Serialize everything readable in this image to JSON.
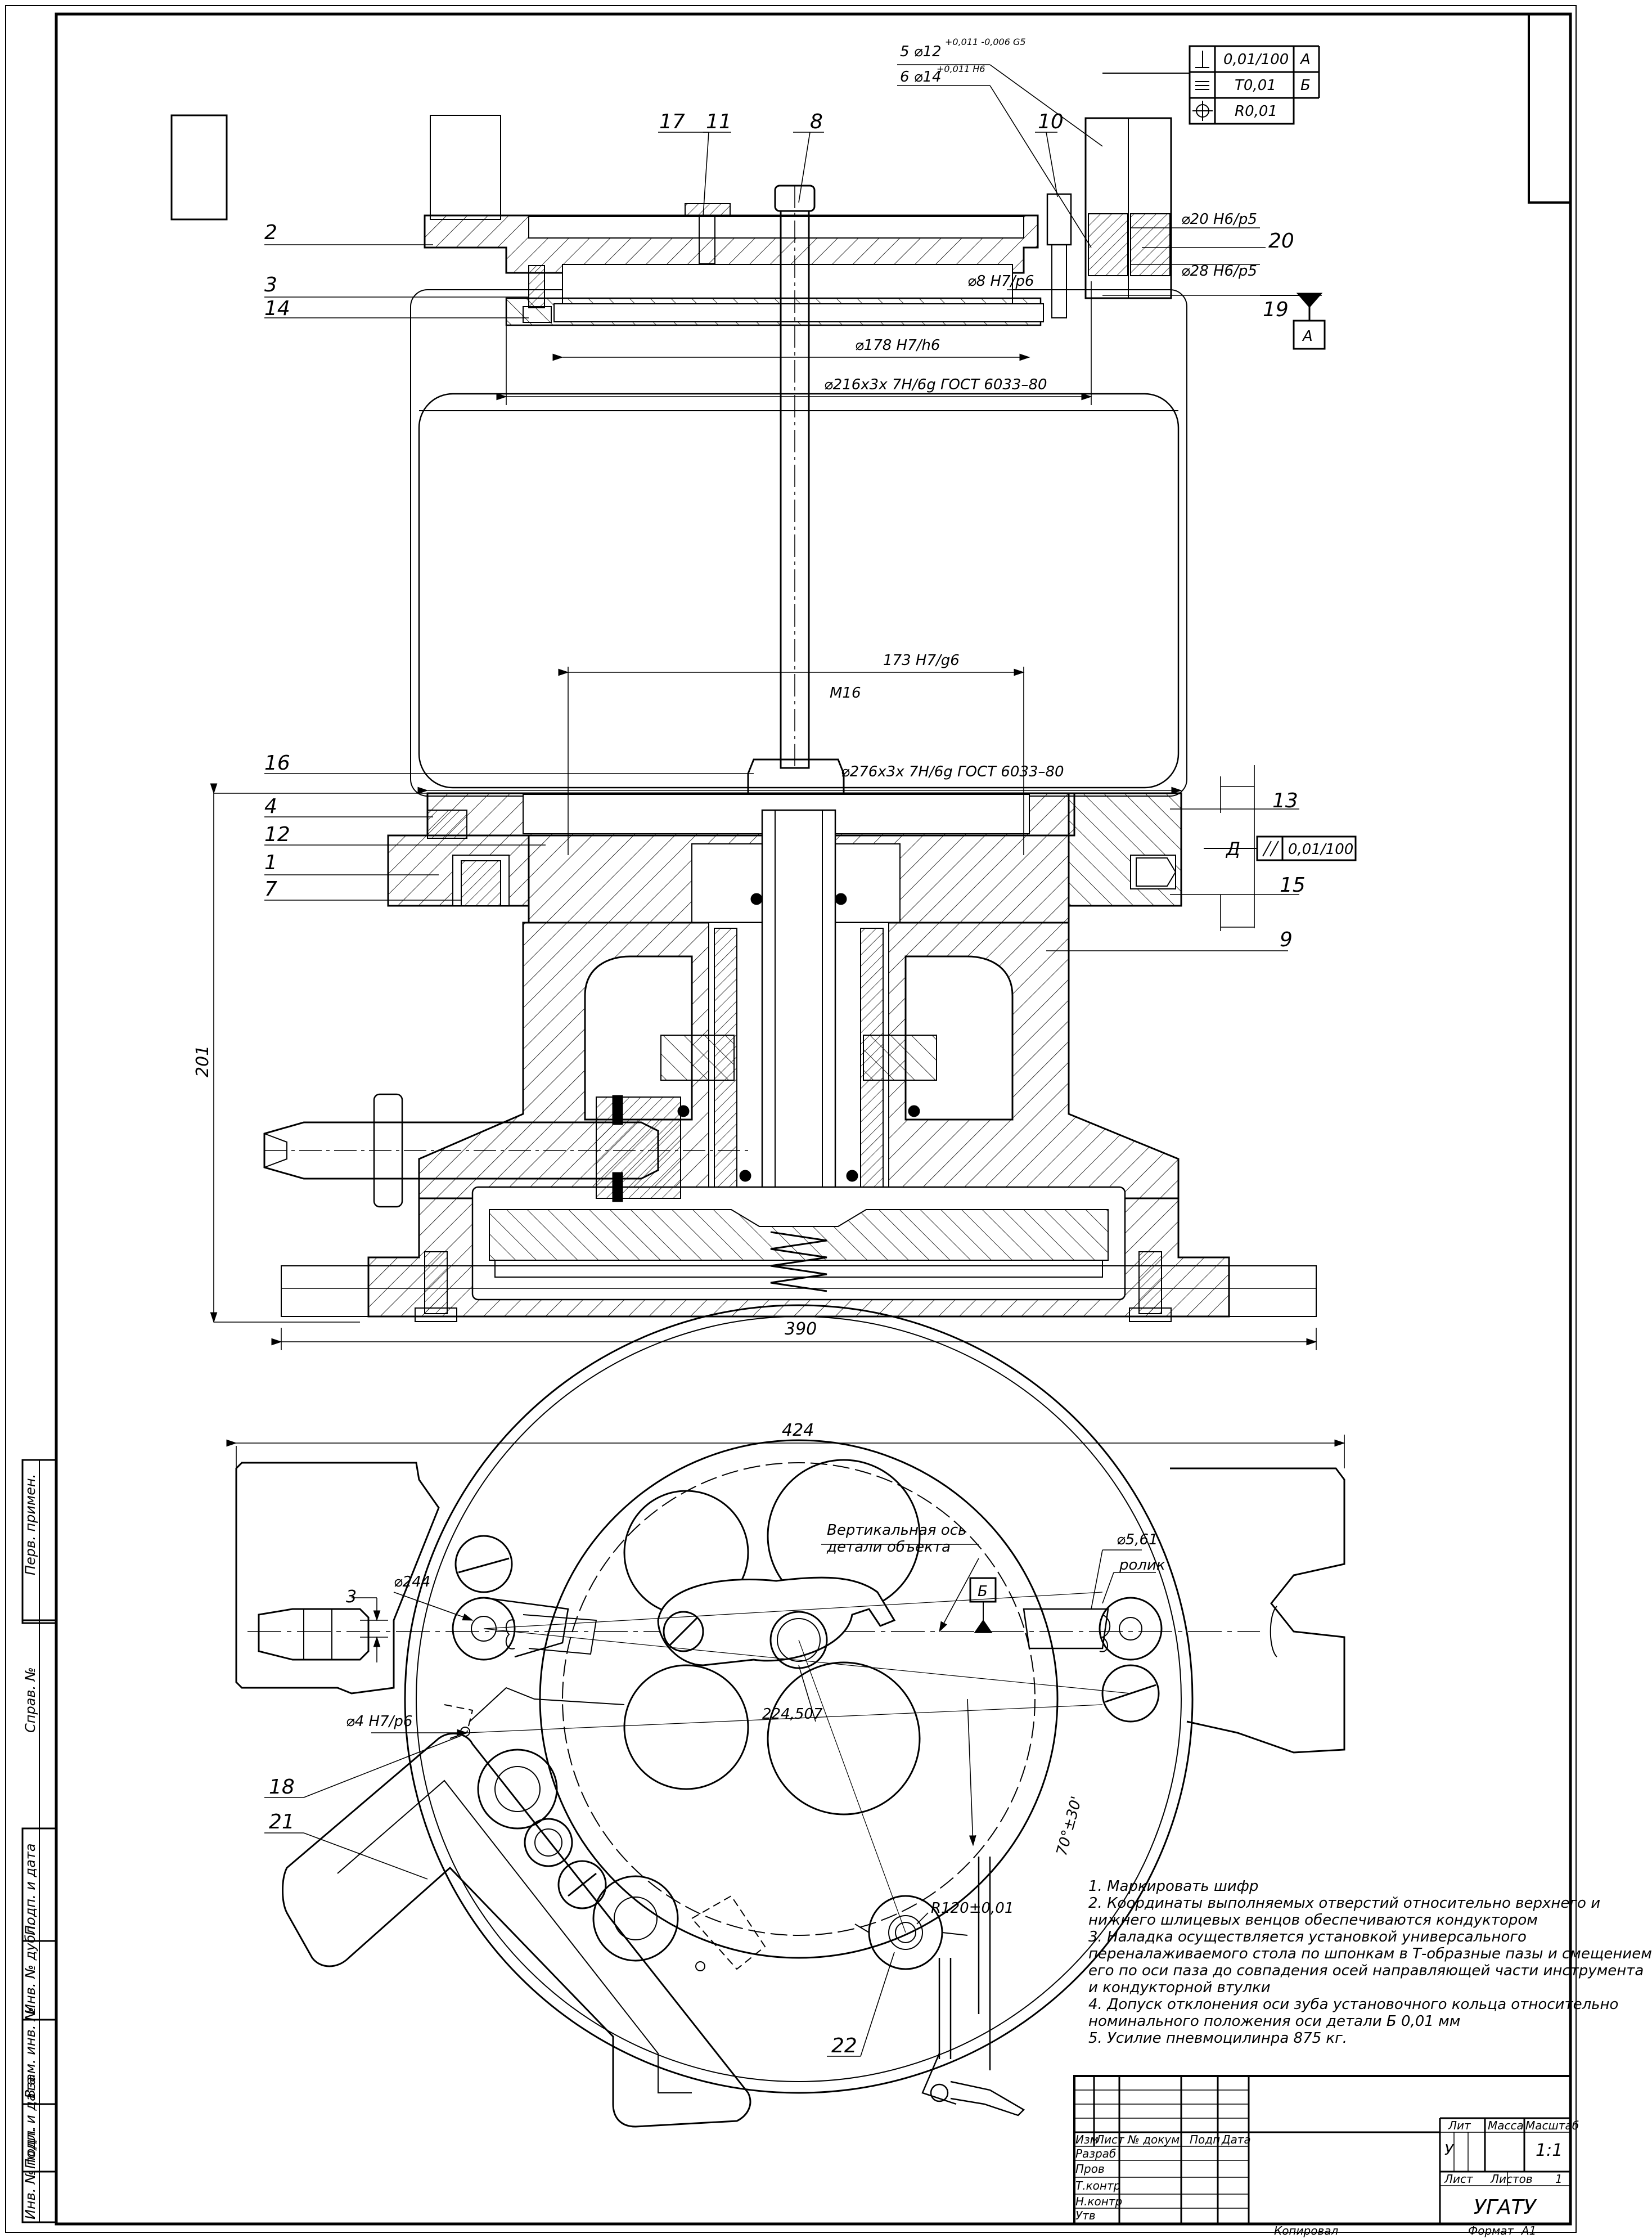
{
  "positions": {
    "p1": "1",
    "p2": "2",
    "p3": "3",
    "p4": "4",
    "p7": "7",
    "p8": "8",
    "p9": "9",
    "p10": "10",
    "p11": "11",
    "p12": "12",
    "p13": "13",
    "p14": "14",
    "p15": "15",
    "p16": "16",
    "p17": "17",
    "p18": "18",
    "p19": "19",
    "p20": "20",
    "p21": "21",
    "p22": "22"
  },
  "fits": {
    "fit_12": "5 ⌀12",
    "fit_12_tol": "+0,011 -0,006 G5",
    "fit_14": "6 ⌀14",
    "fit_14_tol": "+0,011 H6",
    "d20": "⌀20 H6/p5",
    "d28": "⌀28 H6/p5",
    "d8": "⌀8 H7/p6",
    "d178": "⌀178 H7/h6",
    "d216": "⌀216x3x 7H/6g ГОСТ 6033–80",
    "d173": "173 H7/g6",
    "m16": "M16",
    "d276": "⌀276x3x 7H/6g ГОСТ 6033–80",
    "d4": "⌀4 H7/p6",
    "d244": "⌀244",
    "d561": "⌀5,61",
    "roller": "ролик",
    "dim_201": "201",
    "dim_390": "390",
    "dim_424": "424",
    "dim_3": "3",
    "r120": "R120±0,01",
    "d22450": "224,507",
    "angle": "70°±30'"
  },
  "tolerances": {
    "row1": "0,01/100",
    "row1_base": "А",
    "row2": "T0,01",
    "row2_base": "Б",
    "row3": "R0,01",
    "datum_a": "А",
    "datum_b": "Б",
    "datum_d": "Д",
    "parallel": "0,01/100"
  },
  "labels": {
    "axis_1": "Вертикальная ось",
    "axis_2": "детали объекта"
  },
  "notes": [
    "1. Маркировать шифр",
    "2. Координаты выполняемых отверстий относительно верхнего и",
    "нижнего шлицевых венцов обеспечиваются кондуктором",
    "3. Наладка осуществляется установкой универсального",
    "переналаживаемого стола по шпонкам в Т-образные пазы и смещением",
    "его по оси паза до совпадения осей направляющей части инструмента",
    "и кондукторной втулки",
    "4. Допуск отклонения оси зуба установочного кольца относительно",
    "номинального положения оси детали Б 0,01 мм",
    "5. Усилие пневмоцилинра 875 кг."
  ],
  "title_block": {
    "col_izm": "Изм",
    "col_list": "Лист",
    "col_doc": "№ докум",
    "col_sign": "Подп",
    "col_date": "Дата",
    "razrab": "Разраб",
    "prov": "Пров",
    "tkontr": "Т.контр",
    "nkontr": "Н.контр",
    "utv": "Утв",
    "lit": "Лит",
    "massa": "Масса",
    "masshtab": "Масштаб",
    "scale_value": "1:1",
    "lit_value": "У",
    "list": "Лист",
    "listov": "Листов",
    "listov_value": "1",
    "org": "УГАТУ",
    "copied": "Копировал",
    "format": "Формат",
    "format_value": "А1"
  },
  "side_stamp": {
    "perv": "Перв. примен.",
    "sprav": "Справ. №",
    "podp_data1": "Подп. и дата",
    "inv_dubl": "Инв. № дубл.",
    "vzam": "Взам. инв. №",
    "podp_data2": "Подп. и дата",
    "inv_podl": "Инв. № подл."
  }
}
